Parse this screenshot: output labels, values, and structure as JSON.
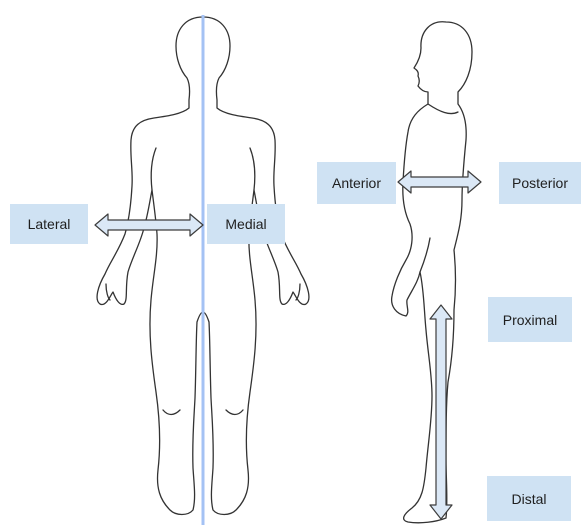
{
  "labels": {
    "lateral": "Lateral",
    "medial": "Medial",
    "anterior": "Anterior",
    "posterior": "Posterior",
    "proximal": "Proximal",
    "distal": "Distal"
  },
  "colors": {
    "label_bg": "#cfe2f3",
    "arrow_fill": "#dbe8f6",
    "arrow_stroke": "#3c3c3c",
    "midline": "#a4c2f4",
    "outline": "#333333"
  },
  "icons": {
    "front_figure": "human-body-front-outline",
    "side_figure": "human-body-side-outline"
  }
}
